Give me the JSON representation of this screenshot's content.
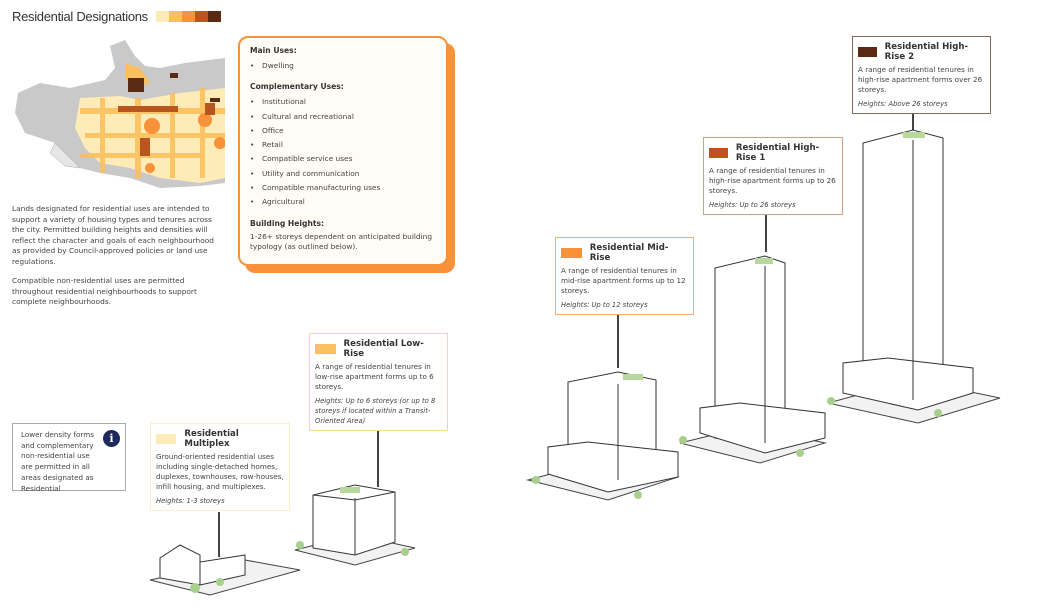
{
  "header": {
    "title": "Residential Designations",
    "legend_colors": [
      "#fdebb8",
      "#fbc05e",
      "#f7923a",
      "#b9561f",
      "#5a2a12"
    ]
  },
  "intro": {
    "paragraph1": "Lands designated for residential uses are intended to support a variety of housing types and tenures across the city. Permitted building heights and densities will reflect the character and goals of each neighbourhood as provided by Council-approved policies or land use regulations.",
    "paragraph2": "Compatible non-residential uses are permitted throughout residential neighbourhoods to support complete neighbourhoods."
  },
  "uses": {
    "main_heading": "Main Uses:",
    "main": [
      "Dwelling"
    ],
    "complementary_heading": "Complementary Uses:",
    "complementary": [
      "Institutional",
      "Cultural and recreational",
      "Office",
      "Retail",
      "Compatible service uses",
      "Utility and communication",
      "Compatible manufacturing uses",
      "Agricultural"
    ],
    "heights_heading": "Building Heights:",
    "heights": "1-26+ storeys dependent on anticipated building typology (as outlined below)."
  },
  "info": {
    "text": "Lower density forms and complementary non-residential use are permitted in all areas designated as Residential",
    "icon": "info-icon"
  },
  "designations": [
    {
      "name": "Residential Multiplex",
      "color": "#fdebb8",
      "description": "Ground-oriented residential uses including single-detached homes, duplexes, townhouses, row-houses, infill housing, and multiplexes.",
      "heights": "Heights: 1-3 storeys"
    },
    {
      "name": "Residential Low-Rise",
      "color": "#fbc05e",
      "description": "A range of residential tenures in low-rise apartment forms up to 6 storeys.",
      "heights": "Heights: Up to 6 storeys (or up to 8 storeys if located within a Transit-Oriented Area)"
    },
    {
      "name": "Residential Mid-Rise",
      "color": "#f7923a",
      "description": "A range of residential tenures in mid-rise apartment forms up to 12 storeys.",
      "heights": "Heights: Up to 12 storeys"
    },
    {
      "name": "Residential High-Rise 1",
      "color": "#b9561f",
      "description": "A range of residential tenures in high-rise apartment forms up to 26 storeys.",
      "heights": "Heights: Up to 26 storeys"
    },
    {
      "name": "Residential High-Rise 2",
      "color": "#5a2a12",
      "description": "A range of residential tenures in high-rise apartment forms over 26 storeys.",
      "heights": "Heights: Above 26 storeys"
    }
  ]
}
